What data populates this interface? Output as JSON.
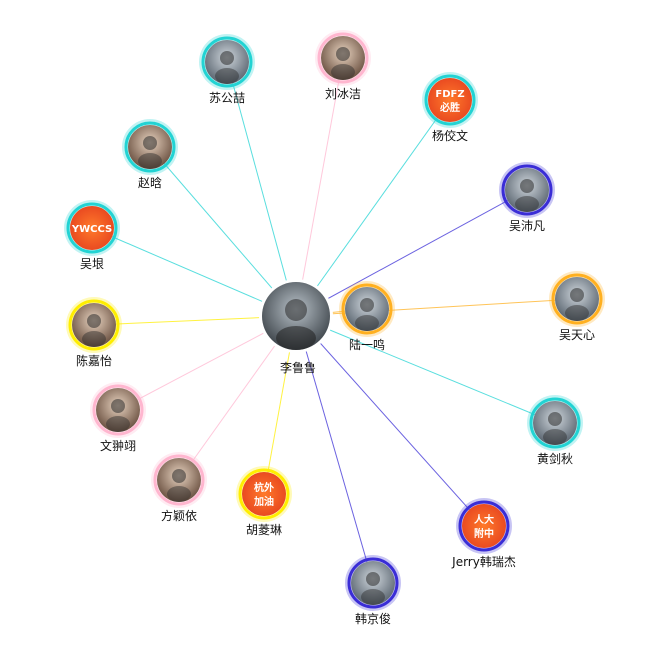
{
  "center": {
    "name": "李鲁鲁",
    "ring": "#ffffff"
  },
  "friends": [
    {
      "name": "苏公喆",
      "ring": "#22d3d3",
      "avatar": "photo-icon"
    },
    {
      "name": "刘冰洁",
      "ring": "#ffb6cf",
      "avatar": "photo-icon"
    },
    {
      "name": "杨佼文",
      "ring": "#22d3d3",
      "avatar": "badge-icon",
      "badge_text": "FDFZ 必胜"
    },
    {
      "name": "赵晗",
      "ring": "#22d3d3",
      "avatar": "photo-icon"
    },
    {
      "name": "吴沛凡",
      "ring": "#3a2dd6",
      "avatar": "photo-icon"
    },
    {
      "name": "吴垠",
      "ring": "#22d3d3",
      "avatar": "badge-icon",
      "badge_text": "YWCCS"
    },
    {
      "name": "吴天心",
      "ring": "#ffb020",
      "avatar": "photo-icon"
    },
    {
      "name": "陈嘉怡",
      "ring": "#ffee00",
      "avatar": "photo-icon"
    },
    {
      "name": "陆一鸣",
      "ring": "#ffb020",
      "avatar": "photo-icon"
    },
    {
      "name": "文翀翊",
      "ring": "#ffb6cf",
      "avatar": "photo-icon"
    },
    {
      "name": "黄剑秋",
      "ring": "#22d3d3",
      "avatar": "photo-icon"
    },
    {
      "name": "方颖依",
      "ring": "#ffb6cf",
      "avatar": "photo-icon"
    },
    {
      "name": "胡菱琳",
      "ring": "#ffee00",
      "avatar": "badge-icon",
      "badge_text": "杭外 加油"
    },
    {
      "name": "Jerry韩瑞杰",
      "ring": "#3a2dd6",
      "avatar": "badge-icon",
      "badge_text": "人大 附中"
    },
    {
      "name": "韩京俊",
      "ring": "#3a2dd6",
      "avatar": "photo-icon"
    }
  ]
}
